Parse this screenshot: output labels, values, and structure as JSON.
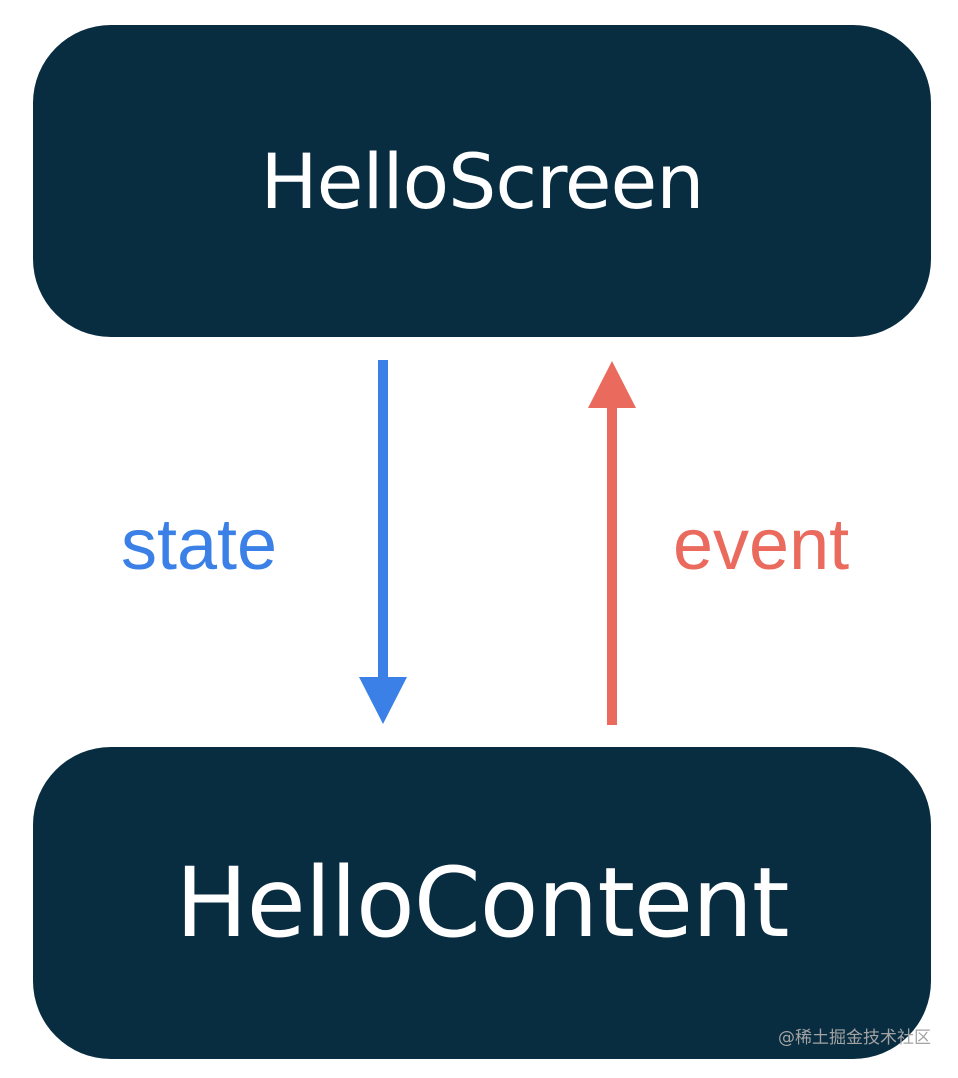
{
  "diagram": {
    "top_box": {
      "label": "HelloScreen",
      "color": "#082c40"
    },
    "bottom_box": {
      "label": "HelloContent",
      "color": "#082c40"
    },
    "down_arrow": {
      "label": "state",
      "color": "#3a80e6"
    },
    "up_arrow": {
      "label": "event",
      "color": "#ea6a5e"
    },
    "watermark": "@稀土掘金技术社区"
  }
}
